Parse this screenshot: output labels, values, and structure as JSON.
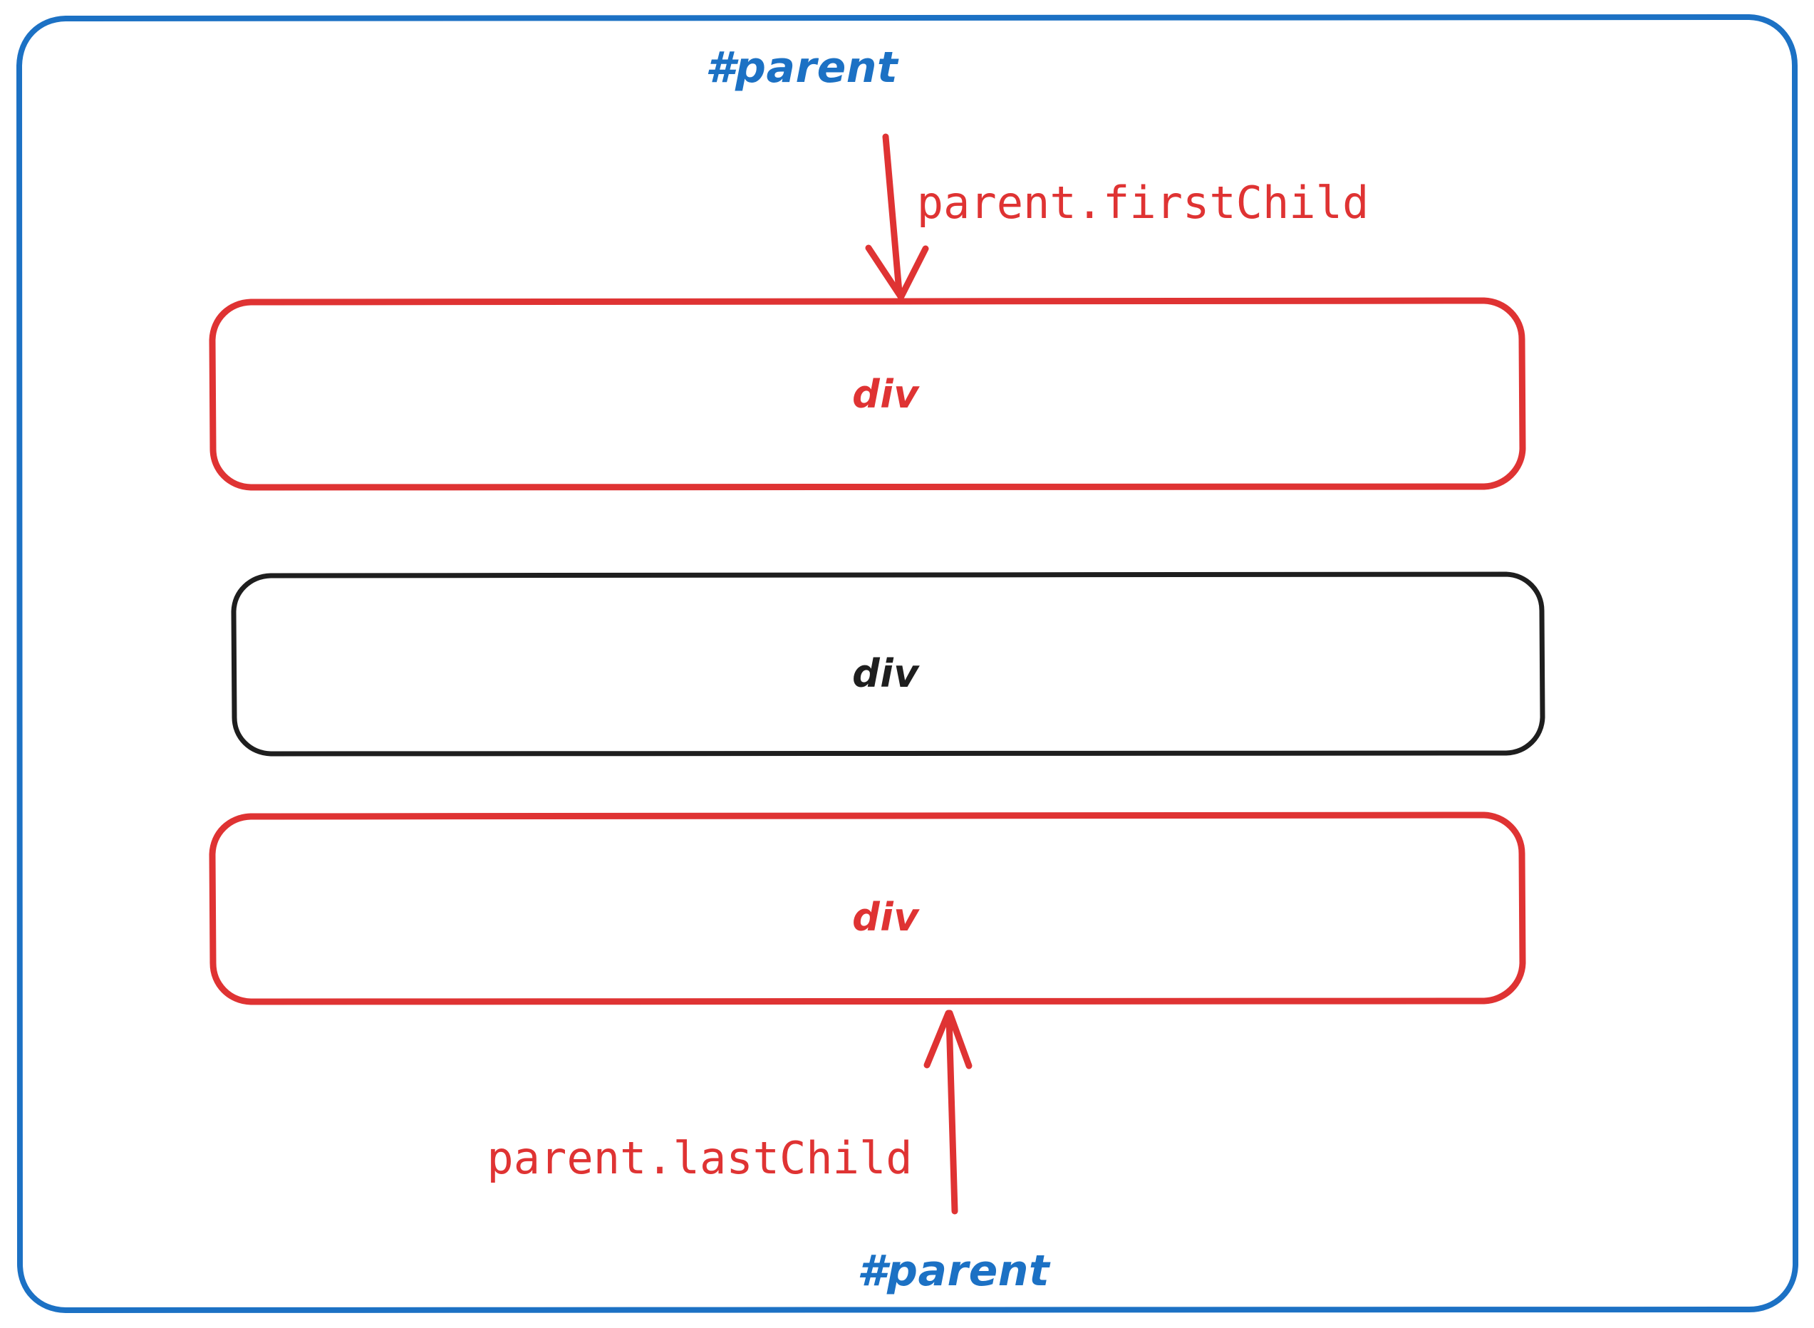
{
  "diagram": {
    "title": "DOM parent firstChild lastChild illustration",
    "colors": {
      "parent_border": "#1C71C4",
      "highlight": "#DF3333",
      "neutral": "#1E1E1E",
      "background": "#FFFFFF"
    },
    "parent_container": {
      "label_top": "#parent",
      "label_bottom": "#parent",
      "icon": "rounded-rectangle-outline"
    },
    "annotations": [
      {
        "id": "first-child",
        "text": "parent.firstChild",
        "color": "#DF3333",
        "arrow_direction": "down",
        "points_to": "div-1"
      },
      {
        "id": "last-child",
        "text": "parent.lastChild",
        "color": "#DF3333",
        "arrow_direction": "up",
        "points_to": "div-3"
      }
    ],
    "children": [
      {
        "id": "div-1",
        "label": "div",
        "color": "#DF3333",
        "highlighted": true
      },
      {
        "id": "div-2",
        "label": "div",
        "color": "#1E1E1E",
        "highlighted": false
      },
      {
        "id": "div-3",
        "label": "div",
        "color": "#DF3333",
        "highlighted": true
      }
    ]
  }
}
